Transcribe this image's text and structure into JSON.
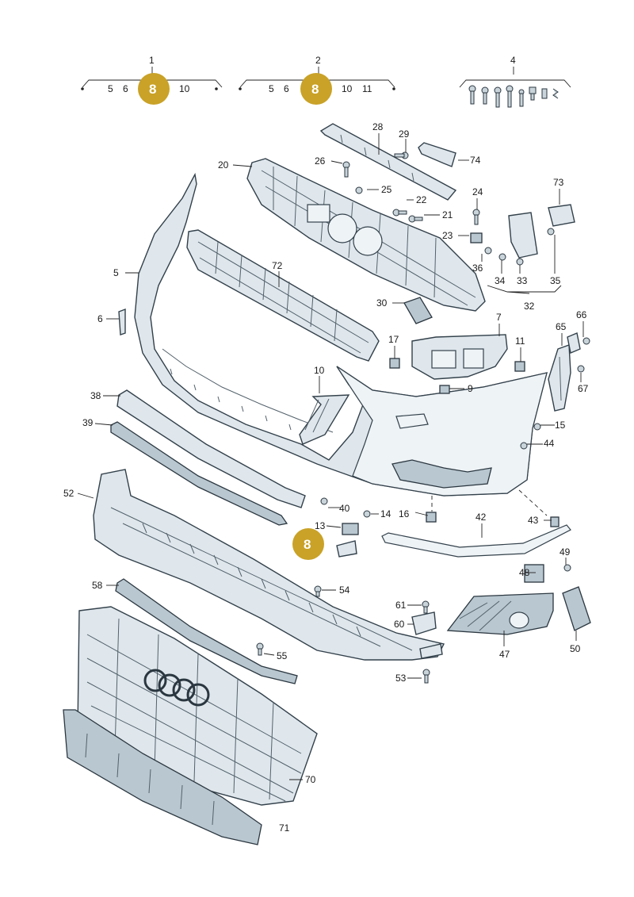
{
  "badge_color": "#c9a227",
  "badge_label": "8",
  "groups": [
    {
      "number": "1",
      "items_left": [
        "5",
        "6"
      ],
      "items_right": [
        "10"
      ]
    },
    {
      "number": "2",
      "items_left": [
        "5",
        "6"
      ],
      "items_right": [
        "10",
        "11"
      ]
    },
    {
      "number": "4"
    }
  ],
  "part_labels": {
    "p3": "8",
    "p5": "5",
    "p6": "6",
    "p7": "7",
    "p9": "9",
    "p10": "10",
    "p11": "11",
    "p13": "13",
    "p14": "14",
    "p15": "15",
    "p16": "16",
    "p17": "17",
    "p20": "20",
    "p21": "21",
    "p22": "22",
    "p23": "23",
    "p24": "24",
    "p25": "25",
    "p26": "26",
    "p28": "28",
    "p29": "29",
    "p30": "30",
    "p32": "32",
    "p33": "33",
    "p34": "34",
    "p35": "35",
    "p36": "36",
    "p38": "38",
    "p39": "39",
    "p40": "40",
    "p42": "42",
    "p43": "43",
    "p44": "44",
    "p47": "47",
    "p48": "48",
    "p49": "49",
    "p50": "50",
    "p52": "52",
    "p53": "53",
    "p54": "54",
    "p55": "55",
    "p58": "58",
    "p60": "60",
    "p61": "61",
    "p65": "65",
    "p66": "66",
    "p67": "67",
    "p70": "70",
    "p71": "71",
    "p72": "72",
    "p73": "73",
    "p74": "74"
  }
}
